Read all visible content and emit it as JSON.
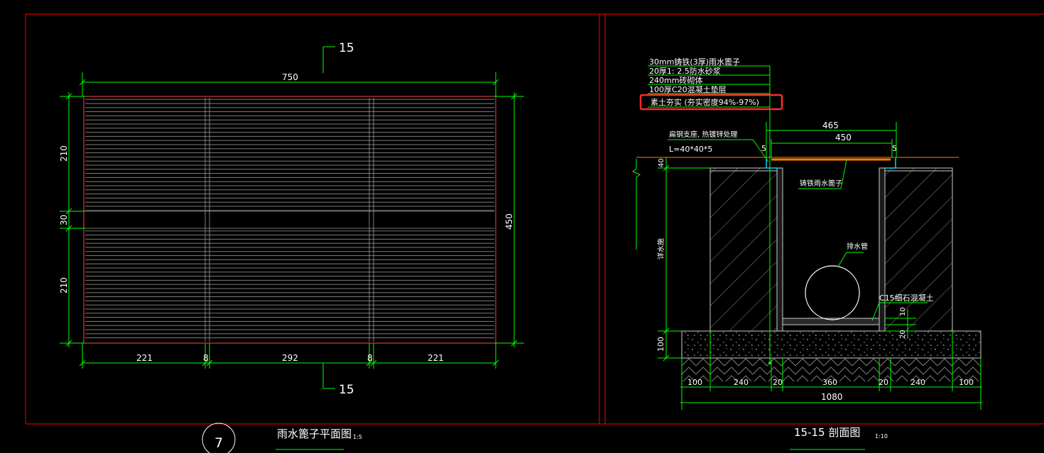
{
  "colors": {
    "background": "#000000",
    "frame": "#ff0000",
    "dimension": "#00ff00",
    "text": "#ffffff",
    "grate": "#9a9a9a",
    "highlight": "#ff2a2a",
    "ground": "#ff7f00",
    "cyan": "#00d8ff"
  },
  "plan": {
    "section_mark_top": "15",
    "section_mark_bottom": "15",
    "dim_top": "750",
    "dim_left_top": "210",
    "dim_left_mid": "30",
    "dim_left_bottom": "210",
    "dim_right": "450",
    "dim_bottom": [
      "221",
      "8",
      "292",
      "8",
      "221"
    ],
    "title": "雨水篦子平面图",
    "scale": "1:5",
    "drawing_no": "7"
  },
  "section": {
    "callouts": [
      "30mm铸铁(3厚)雨水篦子",
      "20厚1: 2.5防水砂浆",
      "240mm砖砌体",
      "100厚C20混凝土垫层",
      "素土夯实 (夯实密度94%-97%)"
    ],
    "dim_465": "465",
    "dim_450": "450",
    "dim_5_left": "5",
    "dim_5_right": "5",
    "angle_label": "扁钢支座, 热镀锌处理",
    "angle_spec": "L=40*40*5",
    "grate_label": "铸铁雨水篦子",
    "pipe_label": "排水管",
    "concrete_label": "C15细石混凝土",
    "dim_10": "10",
    "dim_20": "20",
    "dim_40": "40",
    "depth_label": "详水施",
    "dim_100_left": "100",
    "bottom_dims": [
      "100",
      "240",
      "20",
      "360",
      "20",
      "240",
      "100"
    ],
    "dim_total": "1080",
    "title": "15-15 剖面图",
    "scale": "1:10"
  }
}
